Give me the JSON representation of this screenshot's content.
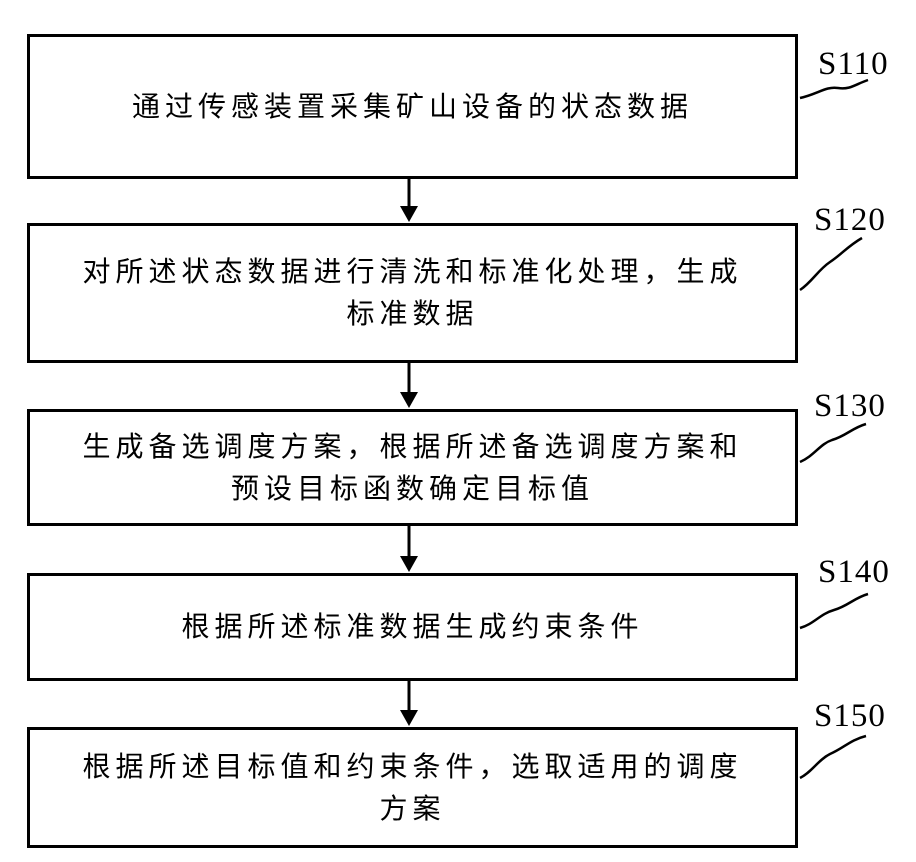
{
  "steps": [
    {
      "id": "S110",
      "lines": [
        "通过传感装置采集矿山设备的状态数据"
      ]
    },
    {
      "id": "S120",
      "lines": [
        "对所述状态数据进行清洗和标准化处理，生成",
        "标准数据"
      ]
    },
    {
      "id": "S130",
      "lines": [
        "生成备选调度方案，根据所述备选调度方案和",
        "预设目标函数确定目标值"
      ]
    },
    {
      "id": "S140",
      "lines": [
        "根据所述标准数据生成约束条件"
      ]
    },
    {
      "id": "S150",
      "lines": [
        "根据所述目标值和约束条件，选取适用的调度",
        "方案"
      ]
    }
  ]
}
